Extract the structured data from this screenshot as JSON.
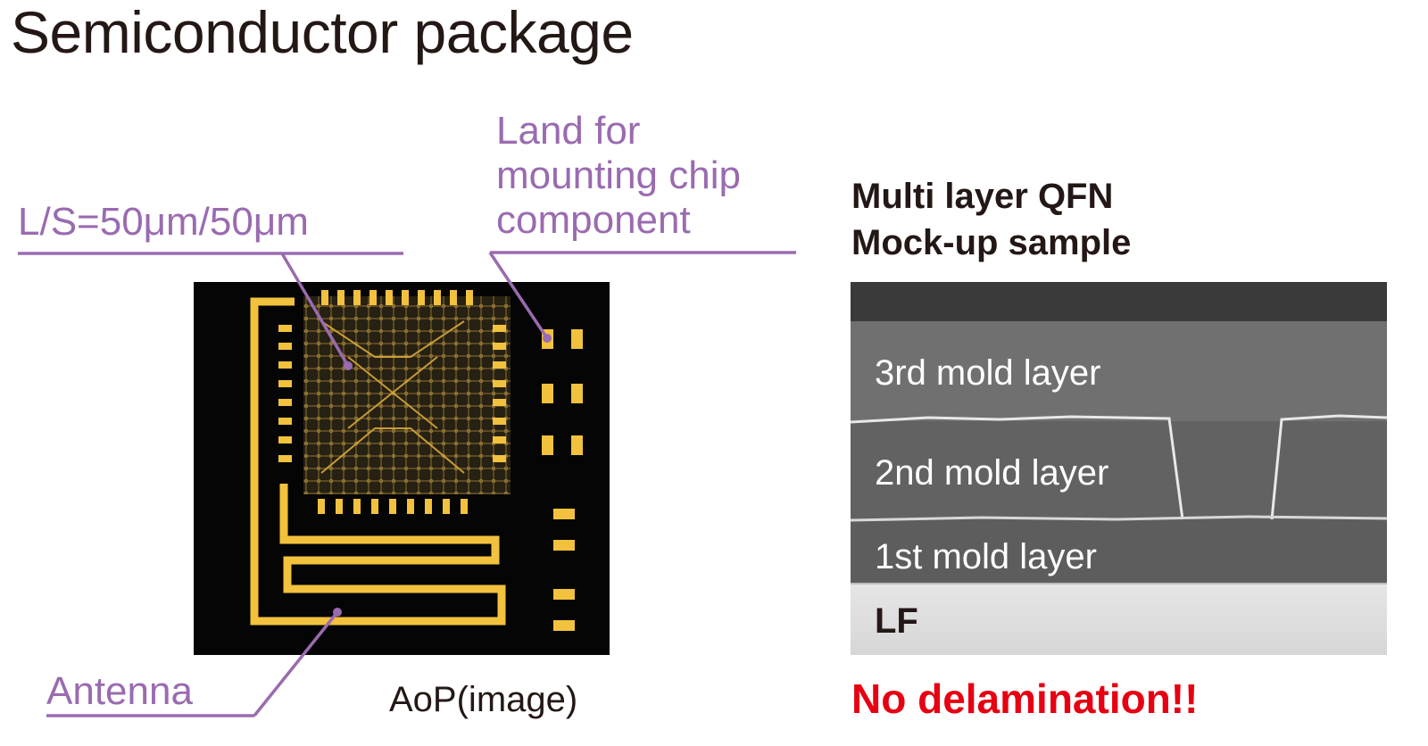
{
  "title": "Semiconductor package",
  "left": {
    "ls_label": "L/S=50μm/50μm",
    "land_label": [
      "Land for",
      "mounting chip",
      "component"
    ],
    "antenna_label": "Antenna",
    "caption": "AoP(image)"
  },
  "right": {
    "heading": [
      "Multi layer QFN",
      "Mock-up sample"
    ],
    "layers": {
      "third": "3rd mold layer",
      "second": "2nd mold layer",
      "first": "1st mold layer",
      "lf": "LF"
    },
    "result": "No delamination!!"
  },
  "colors": {
    "purple": "#9a6bb0",
    "gold": "#f2c13d",
    "red": "#e60012",
    "text": "#231815"
  }
}
